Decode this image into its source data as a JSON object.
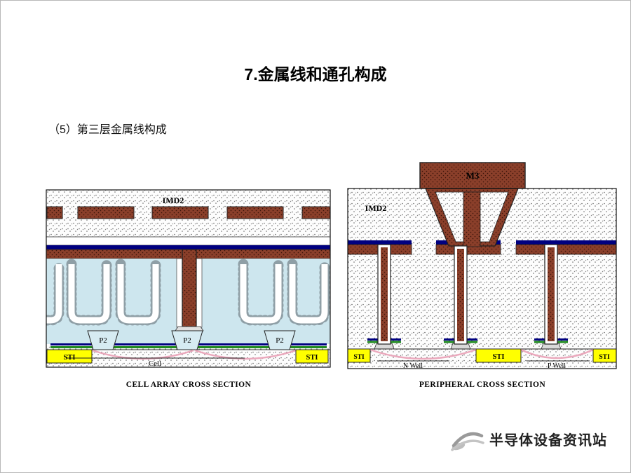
{
  "slide": {
    "title": "7.金属线和通孔构成",
    "subtitle": "（5）第三层金属线构成"
  },
  "diagrams": {
    "cell": {
      "caption": "CELL ARRAY CROSS SECTION",
      "labels": {
        "imd2": "IMD2",
        "p2_left": "P2",
        "p2_mid": "P2",
        "p2_right": "P2",
        "sti_left": "STI",
        "sti_right": "STI",
        "substrate": "Cell"
      }
    },
    "peripheral": {
      "caption": "PERIPHERAL CROSS SECTION",
      "labels": {
        "m3": "M3",
        "imd2": "IMD2",
        "sti_left": "STI",
        "sti_mid": "STI",
        "sti_right": "STI",
        "n_well": "N Well",
        "p_well": "P Well"
      }
    }
  },
  "watermark": {
    "text": "半导体设备资讯站"
  },
  "colors": {
    "metal_brown": "#8a3f2a",
    "barrier_navy": "#000080",
    "cell_dielectric_blue": "#cde6ee",
    "sti_yellow": "#ffff00",
    "well_pink": "#eba9bd",
    "gate_green": "#1f8a1f"
  }
}
